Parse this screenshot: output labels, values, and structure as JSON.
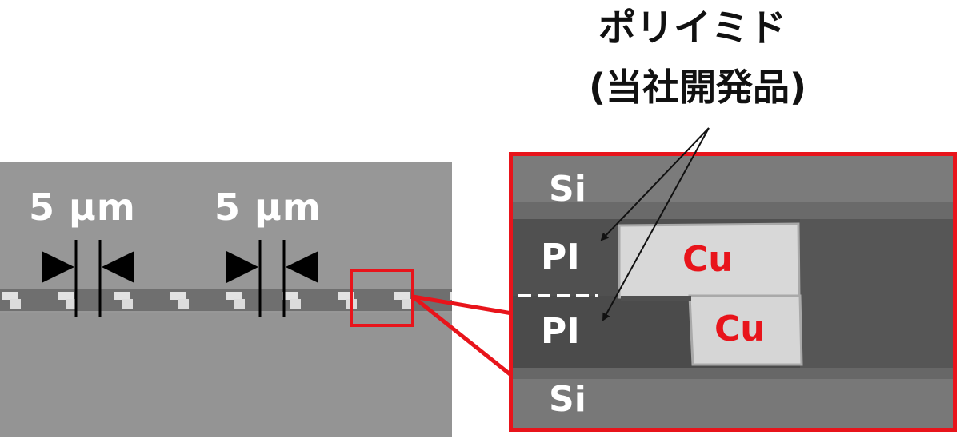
{
  "overview": {
    "pitch_label_left": "5 µm",
    "pitch_label_right": "5 µm"
  },
  "callout": {
    "line1": "ポリイミド",
    "line2": "(当社開発品)"
  },
  "detail": {
    "si_top": "Si",
    "si_bottom": "Si",
    "pi_top": "PI",
    "pi_bottom": "PI",
    "cu_top": "Cu",
    "cu_bottom": "Cu",
    "cu_color": "#e8141b"
  },
  "colors": {
    "frame": "#e8141b",
    "si": "#7d7d7d",
    "pi": "#4f4f4f",
    "cu": "#d7d7d7",
    "overview_bg": "#969696"
  }
}
